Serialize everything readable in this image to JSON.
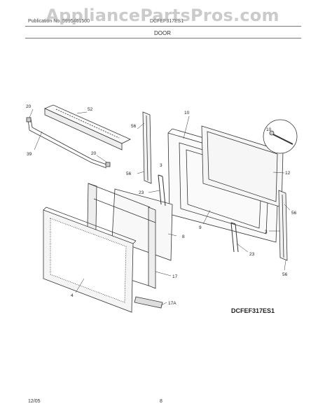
{
  "header": {
    "publication_label": "Publication No. 5995461500",
    "model": "DCFEF317ES1",
    "watermark": "AppliancePartsPros.com"
  },
  "section_title": "DOOR",
  "diagram_code": "DCFEF317ES1",
  "part_labels": {
    "p20a": "20",
    "p52": "52",
    "p39": "39",
    "p20b": "20",
    "p56a": "56",
    "p56b": "56",
    "p3a": "3",
    "p10a": "10",
    "p10b": "10",
    "p12": "12",
    "p23a": "23",
    "p9": "9",
    "p8": "8",
    "p4": "4",
    "p17": "17",
    "p17a": "17A",
    "p56c": "56",
    "p3b": "3",
    "p23b": "23",
    "p56d": "56"
  },
  "footer": {
    "date": "12/05",
    "page": "8"
  }
}
